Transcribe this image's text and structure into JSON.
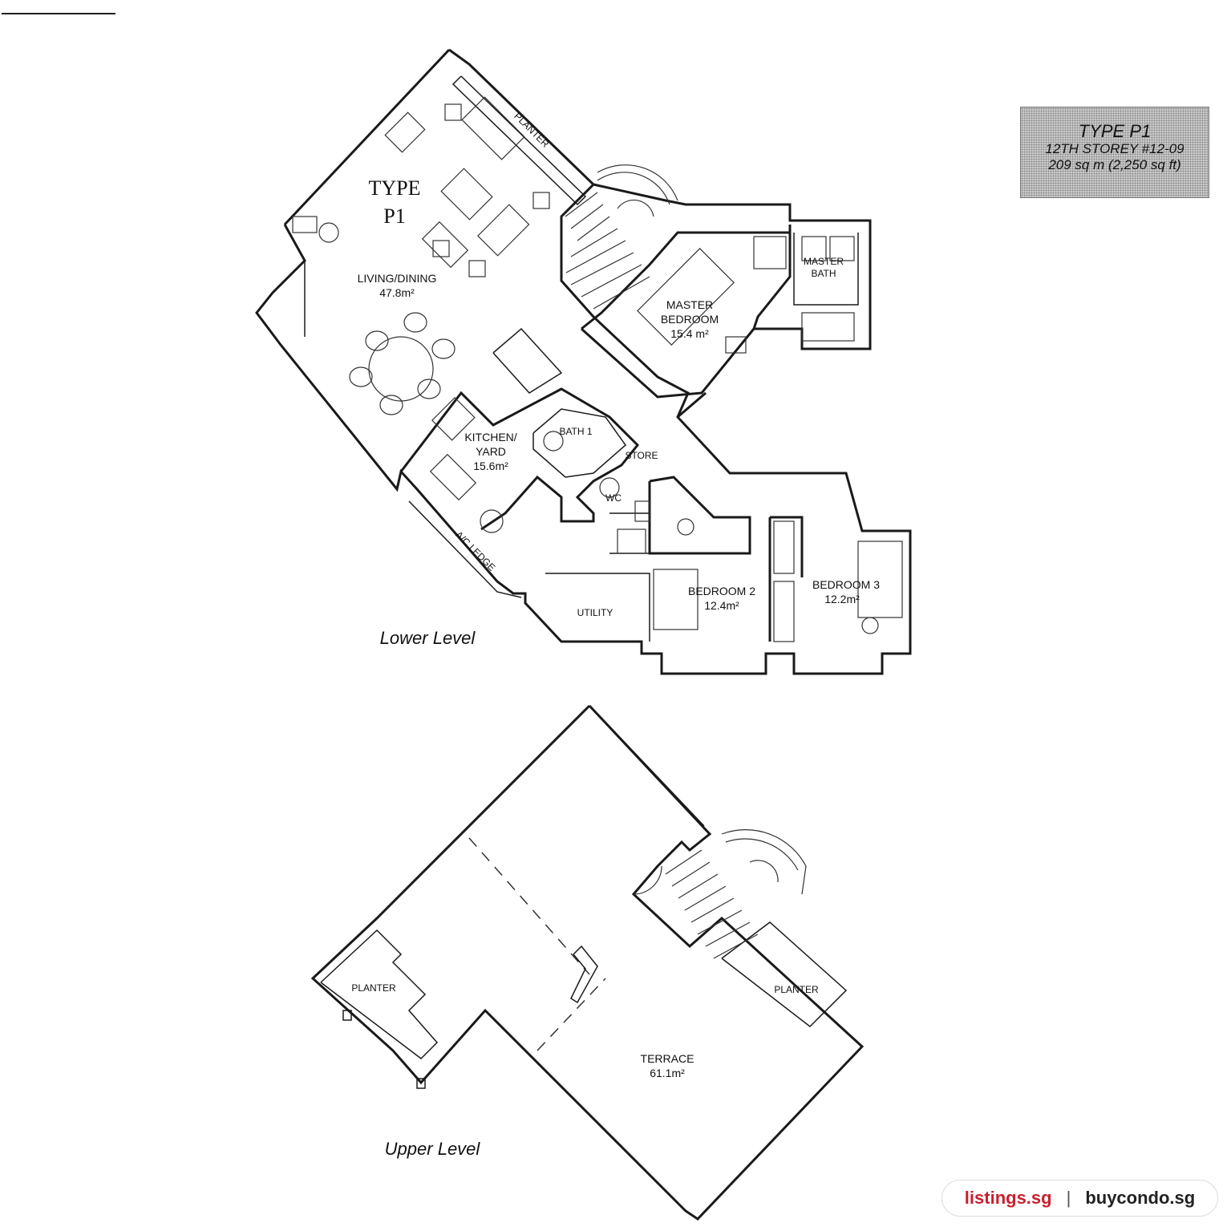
{
  "unit": {
    "type_title": "TYPE P1",
    "storey": "12TH STOREY #12-09",
    "area": "209 sq m (2,250 sq ft)"
  },
  "plan_title": {
    "line1": "TYPE",
    "line2": "P1"
  },
  "rooms": {
    "planter_top": "PLANTER",
    "living_dining": "LIVING/DINING",
    "living_dining_area": "47.8m²",
    "master_bedroom_l1": "MASTER",
    "master_bedroom_l2": "BEDROOM",
    "master_bedroom_area": "15.4 m²",
    "master_bath_l1": "MASTER",
    "master_bath_l2": "BATH",
    "kitchen_l1": "KITCHEN/",
    "kitchen_l2": "YARD",
    "kitchen_area": "15.6m²",
    "bath1": "BATH 1",
    "store": "STORE",
    "wc": "WC",
    "ac_ledge": "A/C LEDGE",
    "utility": "UTILITY",
    "bedroom2": "BEDROOM 2",
    "bedroom2_area": "12.4m²",
    "bedroom3": "BEDROOM 3",
    "bedroom3_area": "12.2m²",
    "planter_left": "PLANTER",
    "planter_right": "PLANTER",
    "terrace": "TERRACE",
    "terrace_area": "61.1m²"
  },
  "levels": {
    "lower": "Lower Level",
    "upper": "Upper Level"
  },
  "brand": {
    "left": "listings.sg",
    "separator": "|",
    "right": "buycondo.sg"
  }
}
